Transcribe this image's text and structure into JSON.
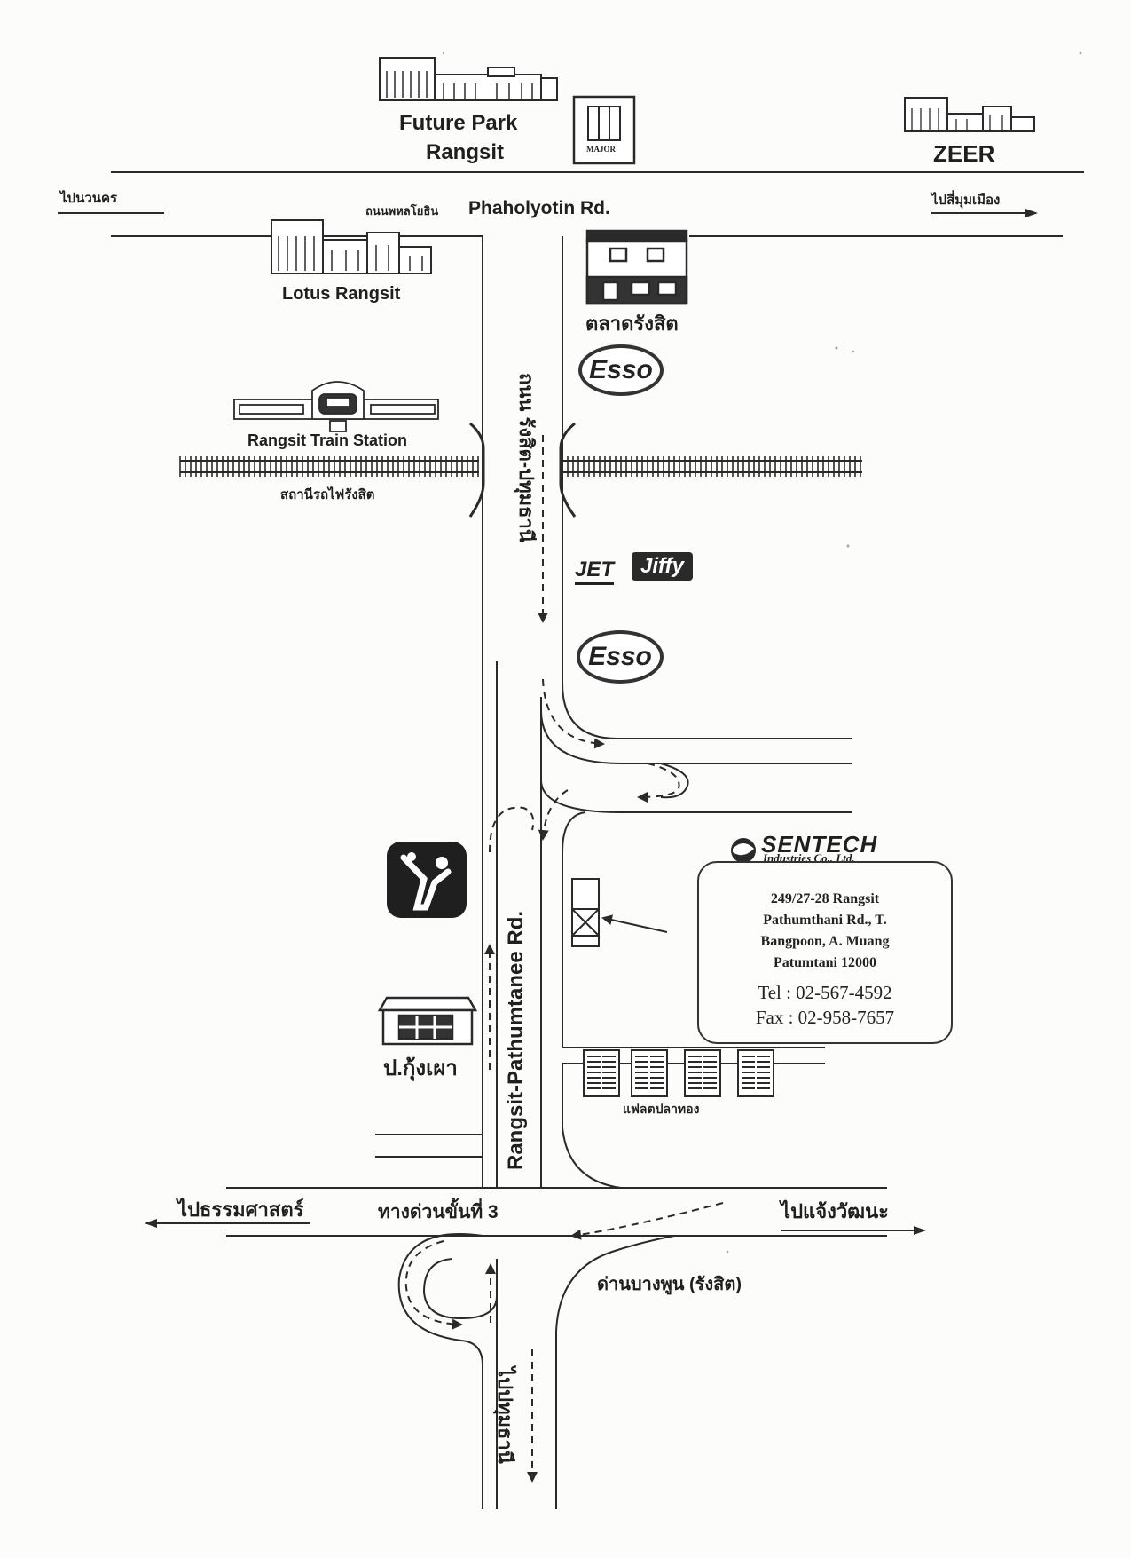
{
  "landmarks": {
    "future_park_line1": "Future Park",
    "future_park_line2": "Rangsit",
    "major_logo": "MAJOR",
    "zeer": "ZEER",
    "lotus": "Lotus Rangsit",
    "market": "ตลาดรังสิต",
    "train_station_en": "Rangsit Train Station",
    "train_station_th": "สถานีรถไฟรังสิต",
    "esso_1": "Esso",
    "esso_2": "Esso",
    "jet": "JET",
    "jiffy": "Jiffy",
    "police_station": "ป.กุ้งเผา",
    "flats": "แฟลตปลาทอง"
  },
  "roads": {
    "left_dir_top": "ไปนวนคร",
    "phaholyotin_th": "ถนนพหลโยธิน",
    "phaholyotin_en": "Phaholyotin Rd.",
    "right_dir_top": "ไปสี่มุมเมือง",
    "rangsit_pathum_th": "ถนน รังสิต-ปทุมธานี",
    "rangsit_pathum_en": "Rangsit-Pathumtanee Rd.",
    "expressway_left": "ไปธรรมศาสตร์",
    "expressway_center": "ทางด่วนขั้นที่ 3",
    "expressway_right": "ไปแจ้งวัฒนะ",
    "toll_booth": "ด่านบางพูน (รังสิต)",
    "to_pathum": "ไปปทุมธานี"
  },
  "company": {
    "logo_name": "SENTECH",
    "logo_sub": "Industries Co., Ltd.",
    "address_1": "249/27-28 Rangsit",
    "address_2": "Pathumthani Rd., T.",
    "address_3": "Bangpoon, A. Muang",
    "address_4": "Patumtani 12000",
    "tel": "Tel : 02-567-4592",
    "fax": "Fax : 02-958-7657"
  },
  "colors": {
    "ink": "#2a2a2a",
    "paper": "#fcfcfb"
  },
  "icons": {
    "golf": "golf-course-icon",
    "train": "train-icon",
    "arrow": "arrow-icon"
  }
}
